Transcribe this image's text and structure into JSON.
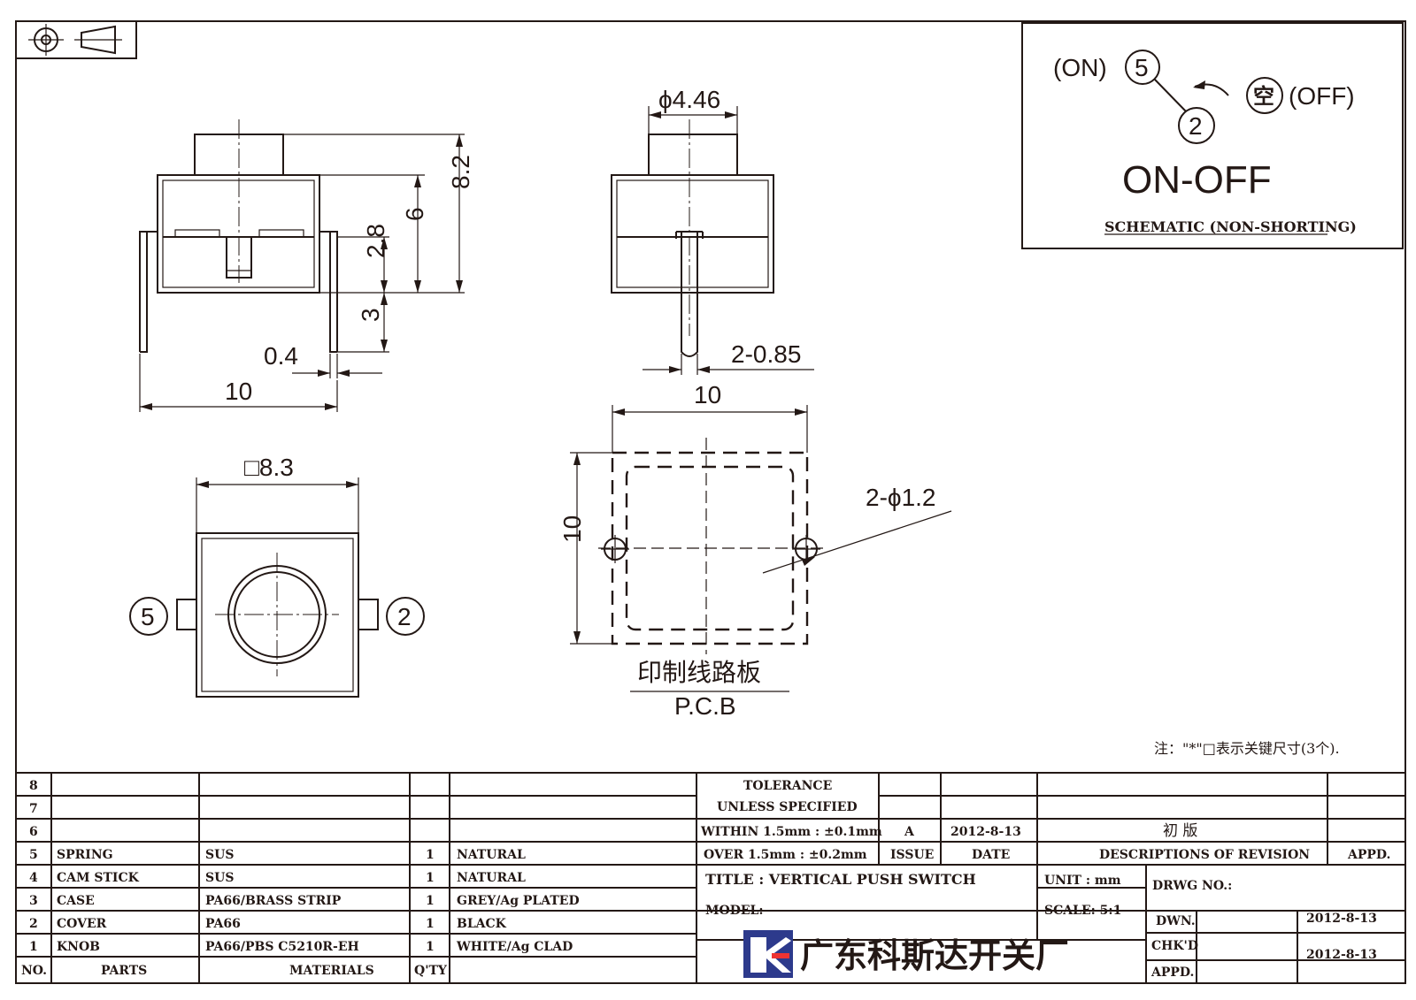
{
  "dimensions": {
    "knob_dia": "ϕ4.46",
    "height_total": "8.2",
    "height_body": "6",
    "height_upper": "2.8",
    "height_pin": "3",
    "pin_thickness": "0.4",
    "width_front": "10",
    "pin_width": "2-0.85",
    "pcb_width": "10",
    "pcb_height": "10",
    "hole_dia": "2-ϕ1.2",
    "square_size": "□8.3"
  },
  "terminals": {
    "left": "5",
    "right": "2"
  },
  "pcb": {
    "cn": "印制线路板",
    "en": "P.C.B"
  },
  "schematic": {
    "on_label": "(ON)",
    "off_label": "(OFF)",
    "pin_on": "5",
    "pin_common": "2",
    "pin_off": "空",
    "mode": "ON-OFF",
    "caption": "SCHEMATIC (NON-SHORTING)"
  },
  "note": "注：\"*\"□表示关键尺寸(3个).",
  "parts_table": {
    "empty_rows": [
      "8",
      "7",
      "6"
    ],
    "rows": [
      {
        "no": "5",
        "part": "SPRING",
        "material": "SUS",
        "qty": "1",
        "finish": "NATURAL"
      },
      {
        "no": "4",
        "part": "CAM STICK",
        "material": "SUS",
        "qty": "1",
        "finish": "NATURAL"
      },
      {
        "no": "3",
        "part": "CASE",
        "material": "PA66/BRASS STRIP",
        "qty": "1",
        "finish": "GREY/Ag PLATED"
      },
      {
        "no": "2",
        "part": "COVER",
        "material": "PA66",
        "qty": "1",
        "finish": "BLACK"
      },
      {
        "no": "1",
        "part": "KNOB",
        "material": "PA66/PBS C5210R-EH",
        "qty": "1",
        "finish": "WHITE/Ag CLAD"
      }
    ],
    "headers": {
      "no": "NO.",
      "part": "PARTS",
      "material": "MATERIALS",
      "qty": "Q'TY"
    }
  },
  "tolerance": {
    "line1": "TOLERANCE",
    "line2": "UNLESS SPECIFIED",
    "line3": "WITHIN 1.5mm : ±0.1mm",
    "line4": "OVER 1.5mm : ±0.2mm"
  },
  "revision": {
    "issue": "A",
    "date": "2012-8-13",
    "description": "初 版",
    "h_issue": "ISSUE",
    "h_date": "DATE",
    "h_desc": "DESCRIPTIONS OF REVISION",
    "h_appd": "APPD."
  },
  "title_block": {
    "title": "TITLE : VERTICAL PUSH SWITCH",
    "unit": "UNIT : mm",
    "drwg_no": "DRWG NO.:",
    "model": "MODEL:",
    "scale": "SCALE: 5:1",
    "dwn": "DWN.",
    "dwn_date": "2012-8-13",
    "chkd": "CHK'D",
    "chkd_date": "2012-8-13",
    "appd": "APPD.",
    "company": "广东科斯达开关厂"
  }
}
